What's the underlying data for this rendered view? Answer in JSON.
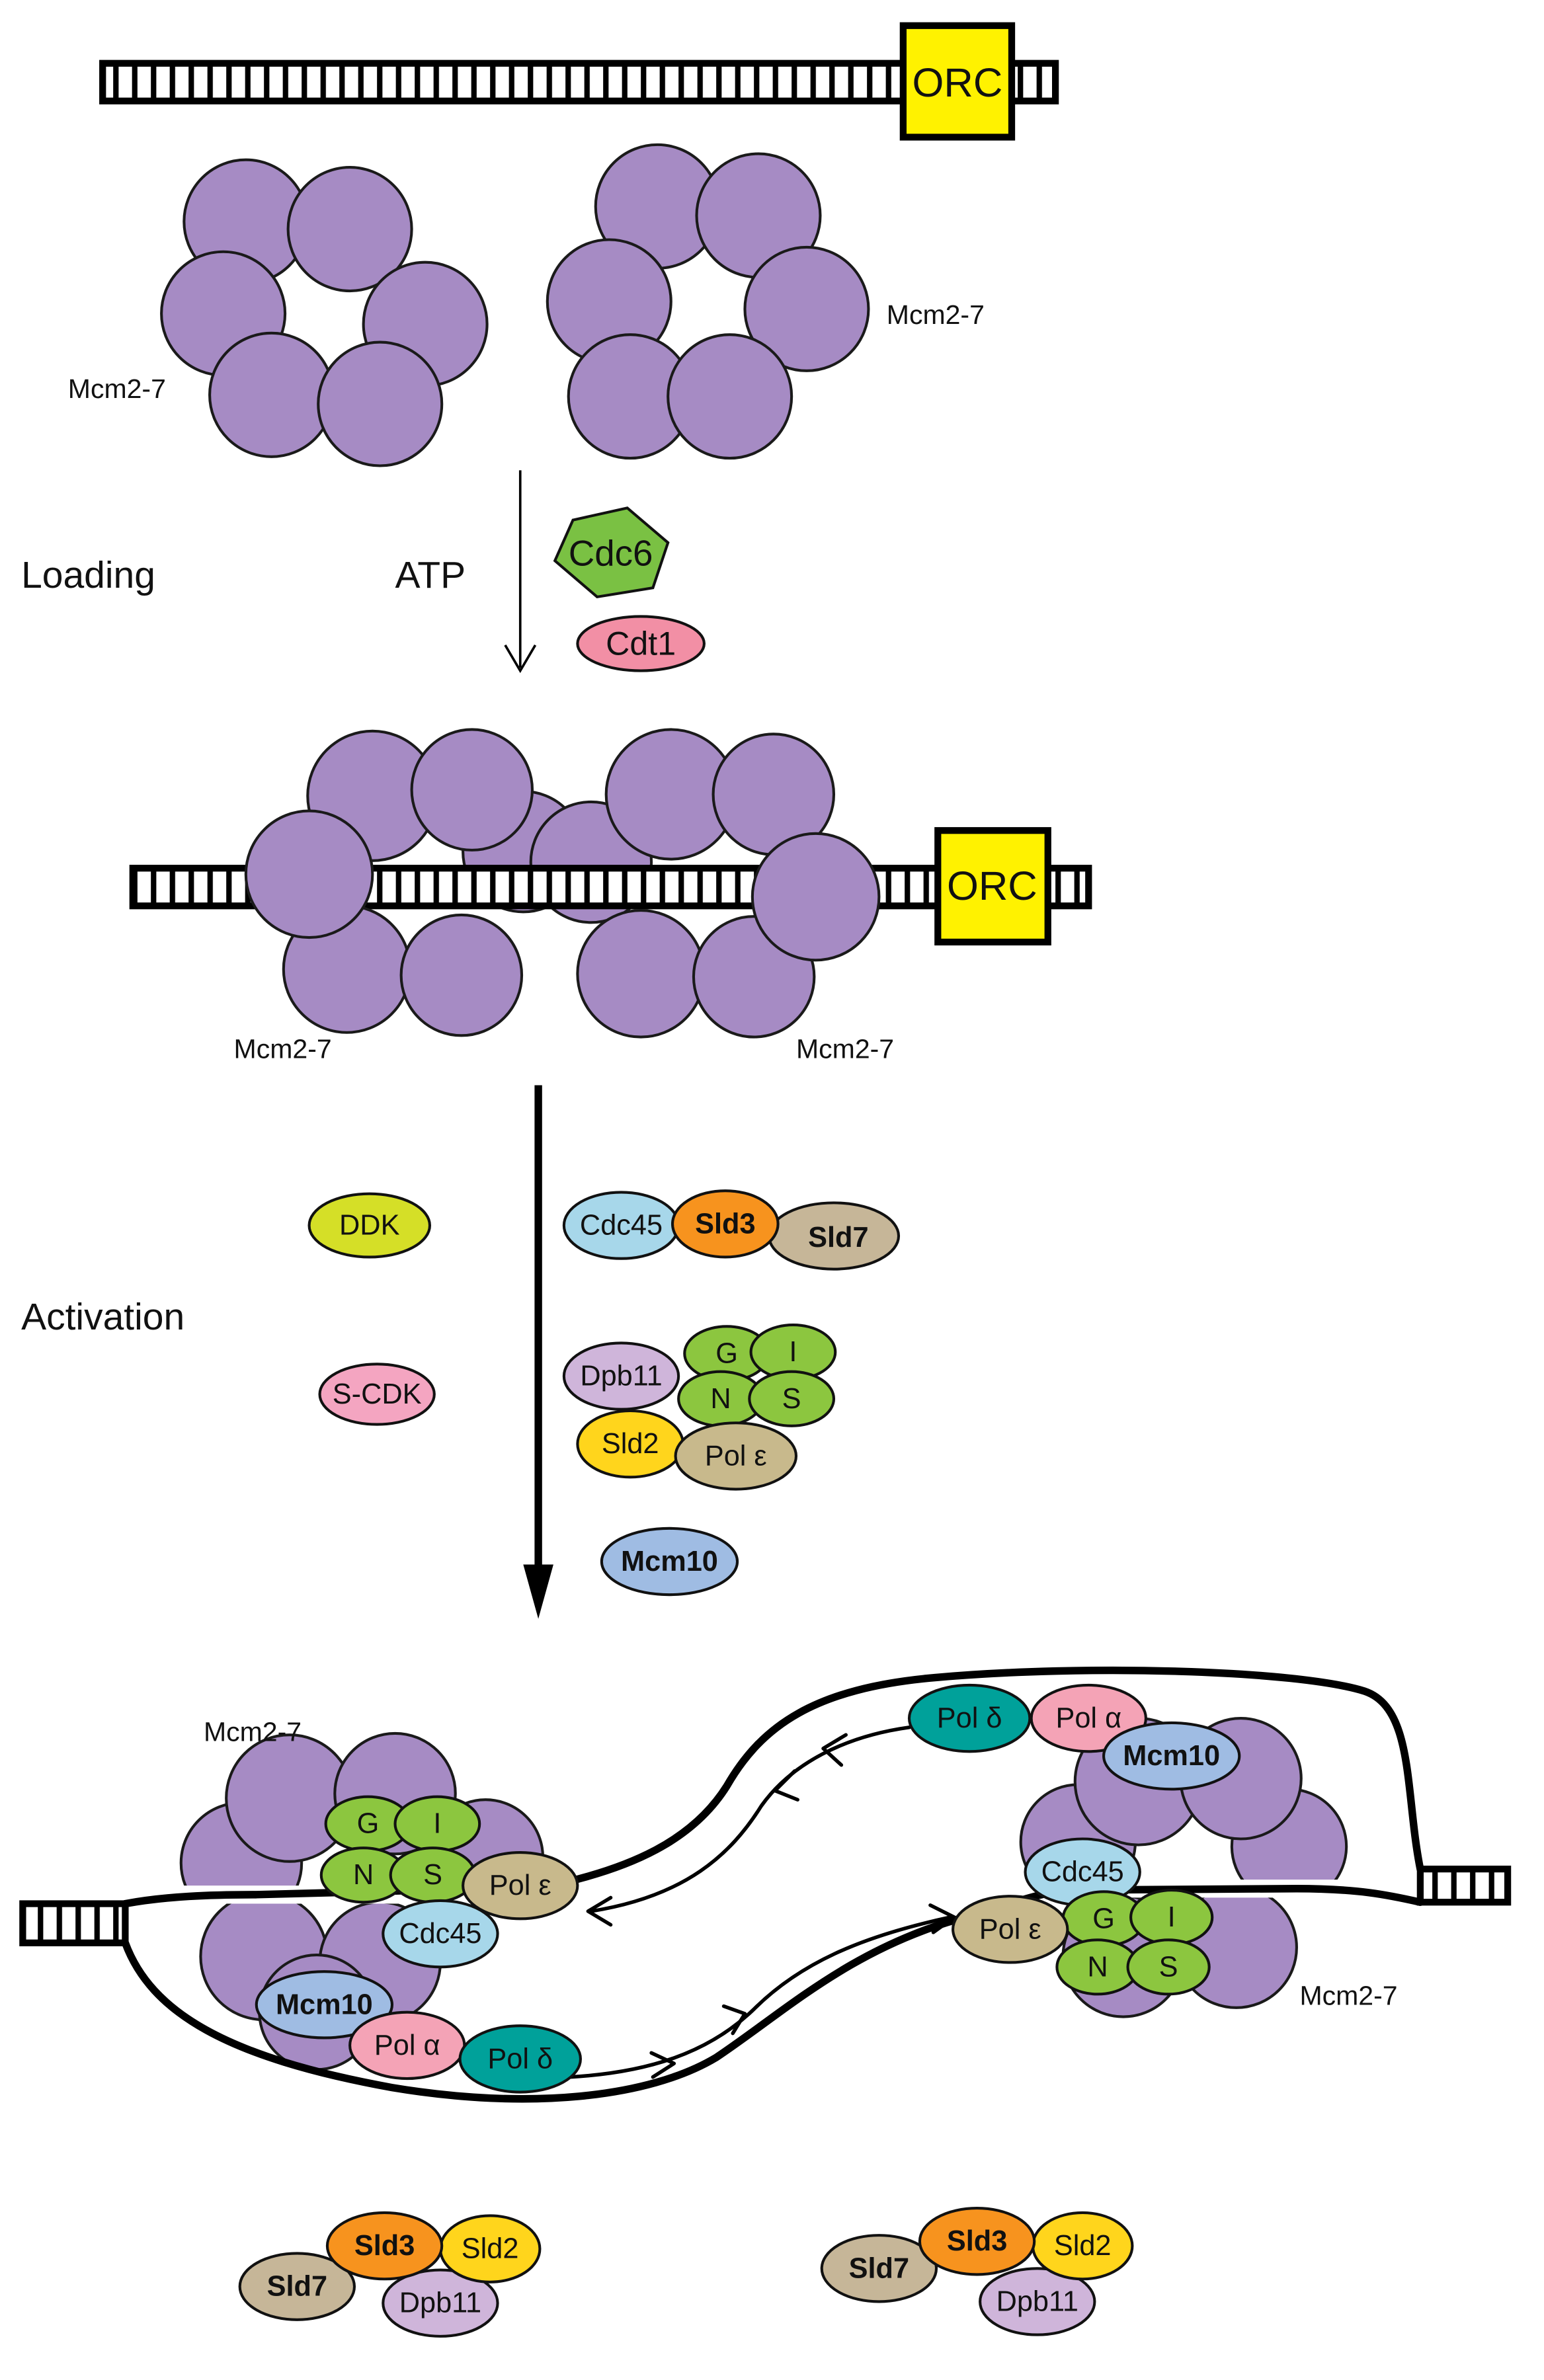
{
  "colors": {
    "mcm2_7": "#A68BC4",
    "orc": "#FFF200",
    "cdc6": "#7AC143",
    "cdt1": "#F28FA5",
    "ddk": "#D5DF27",
    "s_cdk": "#F4A5C1",
    "cdc45": "#A7D7EA",
    "sld3": "#F7931E",
    "sld7": "#C6B698",
    "dpb11": "#CFB5DA",
    "gins": "#8CC63F",
    "sld2": "#FFD51C",
    "pol_epsilon": "#C8B98C",
    "mcm10": "#9FBCE3",
    "pol_alpha": "#F4A3B6",
    "pol_delta": "#00A19A"
  },
  "origin": {
    "orc": "ORC",
    "mcm_left": "Mcm2-7",
    "mcm_right": "Mcm2-7"
  },
  "loading": {
    "step": "Loading",
    "atp": "ATP",
    "cdc6": "Cdc6",
    "cdt1": "Cdt1"
  },
  "double_hexamer": {
    "orc": "ORC",
    "mcm_left": "Mcm2-7",
    "mcm_right": "Mcm2-7"
  },
  "activation": {
    "step": "Activation",
    "ddk": "DDK",
    "s_cdk": "S-CDK",
    "cdc45": "Cdc45",
    "sld3": "Sld3",
    "sld7": "Sld7",
    "dpb11": "Dpb11",
    "gins": [
      "G",
      "I",
      "N",
      "S"
    ],
    "sld2": "Sld2",
    "pol_epsilon": "Pol ε",
    "mcm10": "Mcm10"
  },
  "replisome": {
    "left": {
      "mcm": "Mcm2-7",
      "gins": [
        "G",
        "I",
        "N",
        "S"
      ],
      "pol_epsilon": "Pol ε",
      "cdc45": "Cdc45",
      "mcm10": "Mcm10",
      "pol_alpha": "Pol α",
      "pol_delta": "Pol δ"
    },
    "right": {
      "mcm": "Mcm2-7",
      "pol_delta": "Pol δ",
      "pol_alpha": "Pol α",
      "mcm10": "Mcm10",
      "cdc45": "Cdc45",
      "pol_epsilon": "Pol ε",
      "gins": [
        "G",
        "I",
        "N",
        "S"
      ]
    }
  },
  "released": {
    "left": {
      "sld3": "Sld3",
      "sld2": "Sld2",
      "sld7": "Sld7",
      "dpb11": "Dpb11"
    },
    "right": {
      "sld3": "Sld3",
      "sld2": "Sld2",
      "sld7": "Sld7",
      "dpb11": "Dpb11"
    }
  }
}
